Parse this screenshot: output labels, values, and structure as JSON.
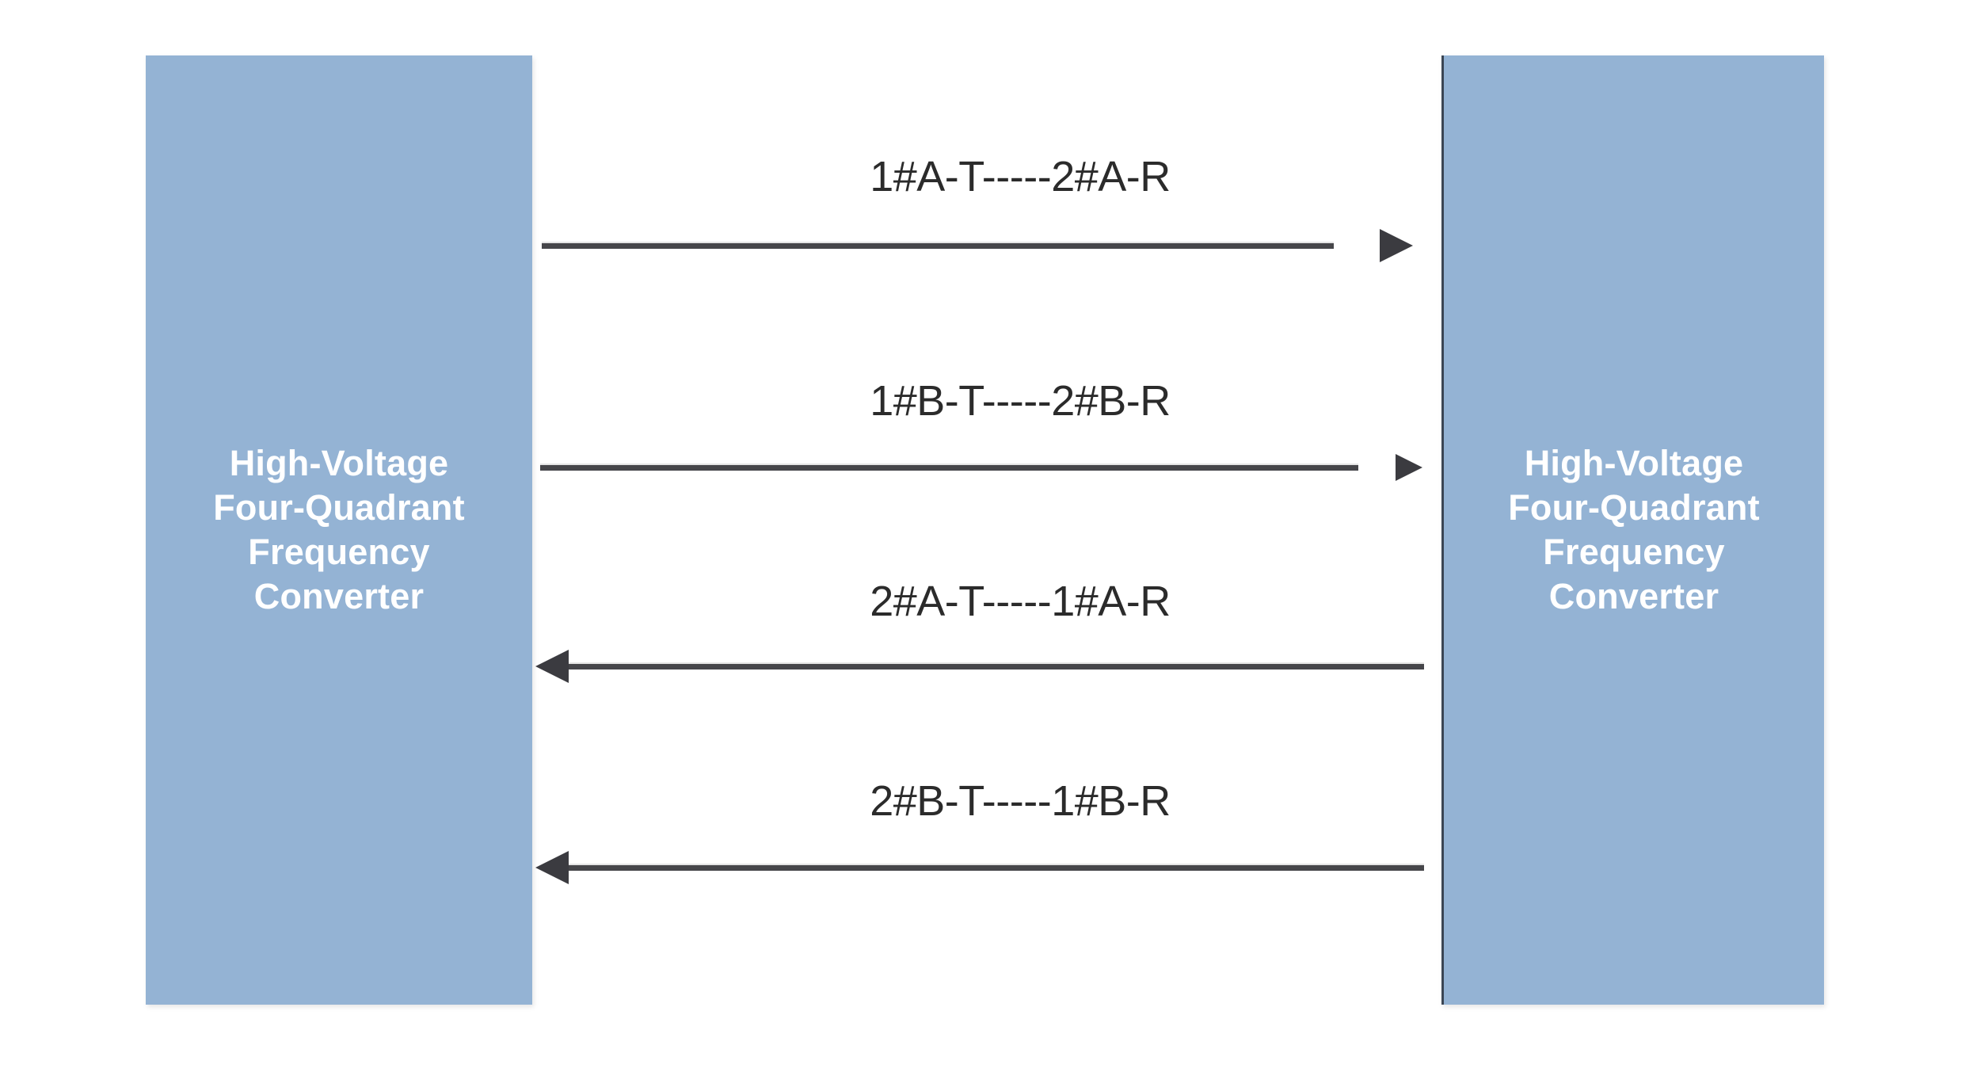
{
  "diagram": {
    "title_left": "High-Voltage\nFour-Quadrant\nFrequency\nConverter",
    "title_right": "High-Voltage\nFour-Quadrant\nFrequency\nConverter",
    "colors": {
      "block_fill": "#94B3D4",
      "block_text": "#ffffff",
      "arrow": "#46464a",
      "arrow_head": "#3b3b40",
      "label_text": "#2b2b2b",
      "background": "#ffffff"
    },
    "nodes": [
      {
        "id": "node-left",
        "label": "High-Voltage Four-Quadrant Frequency Converter"
      },
      {
        "id": "node-right",
        "label": "High-Voltage Four-Quadrant Frequency Converter"
      }
    ],
    "connections": [
      {
        "id": "link-1",
        "label": "1#A-T-----2#A-R",
        "direction": "left-to-right",
        "source": "node-left",
        "target": "node-right"
      },
      {
        "id": "link-2",
        "label": "1#B-T-----2#B-R",
        "direction": "left-to-right",
        "source": "node-left",
        "target": "node-right"
      },
      {
        "id": "link-3",
        "label": "2#A-T-----1#A-R",
        "direction": "right-to-left",
        "source": "node-right",
        "target": "node-left"
      },
      {
        "id": "link-4",
        "label": "2#B-T-----1#B-R",
        "direction": "right-to-left",
        "source": "node-right",
        "target": "node-left"
      }
    ]
  }
}
